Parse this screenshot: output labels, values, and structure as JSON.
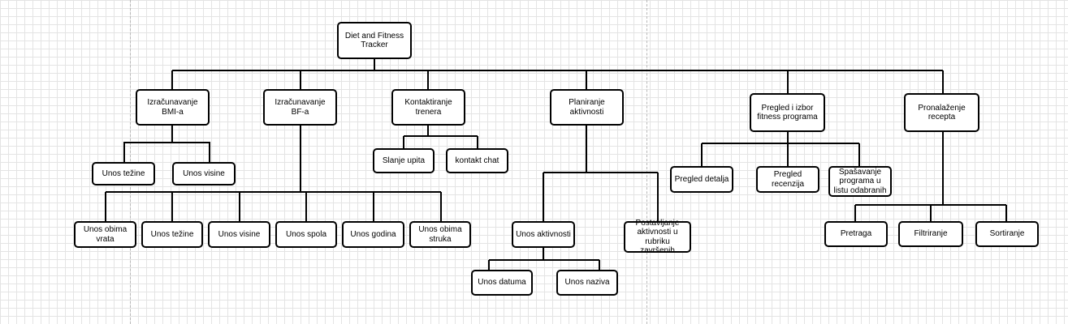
{
  "diagram": {
    "root": "Diet and Fitness Tracker",
    "bmi": "Izračunavanje BMI-a",
    "bmi_weight": "Unos težine",
    "bmi_height": "Unos visine",
    "bf": "Izračunavanje BF-a",
    "bf_neck": "Unos obima vrata",
    "bf_weight": "Unos težine",
    "bf_height": "Unos visine",
    "bf_gender": "Unos spola",
    "bf_age": "Unos godina",
    "bf_waist": "Unos obima struka",
    "contact": "Kontaktiranje trenera",
    "contact_query": "Slanje upita",
    "contact_chat": "kontakt chat",
    "planning": "Planiranje aktivnosti",
    "plan_activity": "Unos aktivnosti",
    "plan_date": "Unos datuma",
    "plan_name": "Unos naziva",
    "plan_done": "Postavljanje aktivnosti u rubriku završenih",
    "programs": "Pregled i izbor fitness programa",
    "prog_details": "Pregled detalja",
    "prog_reviews": "Pregled recenzija",
    "prog_save": "Spašavanje programa u listu odabranih",
    "recipes": "Pronalaženje recepta",
    "rec_search": "Pretraga",
    "rec_filter": "Filtriranje",
    "rec_sort": "Sortiranje"
  }
}
